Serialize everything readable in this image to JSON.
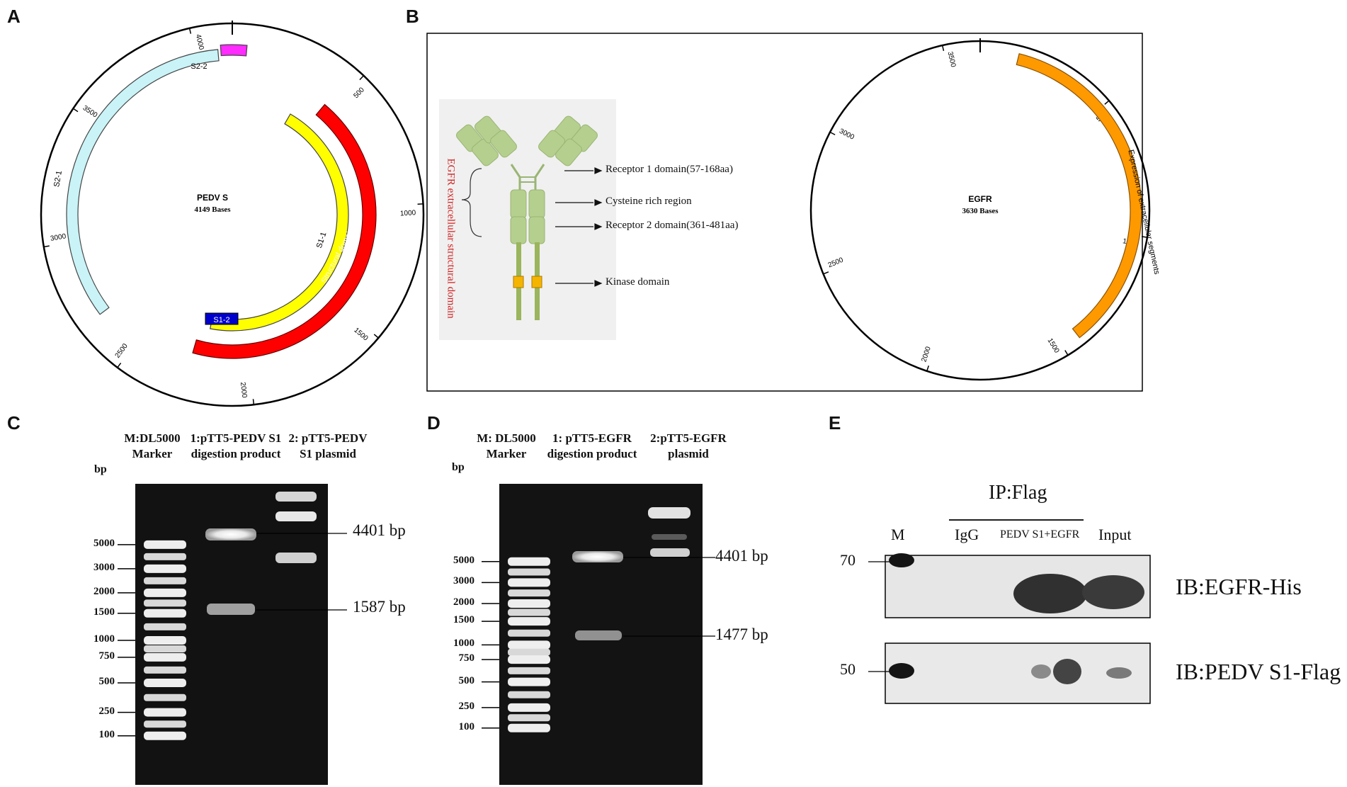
{
  "panels": {
    "A": "A",
    "B": "B",
    "C": "C",
    "D": "D",
    "E": "E"
  },
  "panel_a": {
    "name": "PEDV S",
    "size": "4149 Bases",
    "total_bp": 4149,
    "ticks": [
      {
        "bp": 500,
        "label": "500"
      },
      {
        "bp": 1000,
        "label": "1000"
      },
      {
        "bp": 1500,
        "label": "1500"
      },
      {
        "bp": 2000,
        "label": "2000"
      },
      {
        "bp": 2500,
        "label": "2500"
      },
      {
        "bp": 3000,
        "label": "3000"
      },
      {
        "bp": 3500,
        "label": "3500"
      },
      {
        "bp": 4000,
        "label": "4000"
      }
    ],
    "features": [
      {
        "label": "S2-2",
        "color": "#ff2bff"
      },
      {
        "label": "S2-1",
        "color": "#c9f3f7"
      },
      {
        "label": "S1-1",
        "color": "#ffff00"
      },
      {
        "label": "Structural domains",
        "color": "#ff0000"
      },
      {
        "label": "S1-2",
        "color": "#0000cc"
      }
    ]
  },
  "panel_b": {
    "vertical_label": "EGFR extracellular structural domain",
    "domains": [
      "Receptor 1 domain(57-168aa)",
      "Cysteine rich region",
      "Receptor 2 domain(361-481aa)",
      "Kinase domain"
    ],
    "map_name": "EGFR",
    "map_size": "3630 Bases",
    "total_bp": 3630,
    "ticks": [
      {
        "bp": 500,
        "label": "500"
      },
      {
        "bp": 1000,
        "label": "1000"
      },
      {
        "bp": 1500,
        "label": "1500"
      },
      {
        "bp": 2000,
        "label": "2000"
      },
      {
        "bp": 2500,
        "label": "2500"
      },
      {
        "bp": 3000,
        "label": "3000"
      },
      {
        "bp": 3500,
        "label": "3500"
      }
    ],
    "feature": {
      "label": "Expression of extracellular segments",
      "color": "#ff9900"
    }
  },
  "panel_c": {
    "bp_label": "bp",
    "lane_headers": [
      "M:DL5000 Marker",
      "1:pTT5-PEDV S1 digestion product",
      "2: pTT5-PEDV S1 plasmid"
    ],
    "ladder": [
      "5000",
      "3000",
      "2000",
      "1500",
      "1000",
      "750",
      "500",
      "250",
      "100"
    ],
    "bands": [
      "4401 bp",
      "1587 bp"
    ]
  },
  "panel_d": {
    "bp_label": "bp",
    "lane_headers": [
      "M: DL5000 Marker",
      "1:  pTT5-EGFR digestion product",
      "2:pTT5-EGFR plasmid"
    ],
    "ladder": [
      "5000",
      "3000",
      "2000",
      "1500",
      "1000",
      "750",
      "500",
      "250",
      "100"
    ],
    "bands": [
      "4401 bp",
      "1477 bp"
    ]
  },
  "panel_e": {
    "ip_label": "IP:Flag",
    "lanes": [
      "M",
      "IgG",
      "PEDV S1+EGFR",
      "Input"
    ],
    "markers": [
      "70",
      "50"
    ],
    "blots": [
      "IB:EGFR-His",
      "IB:PEDV S1-Flag"
    ]
  }
}
